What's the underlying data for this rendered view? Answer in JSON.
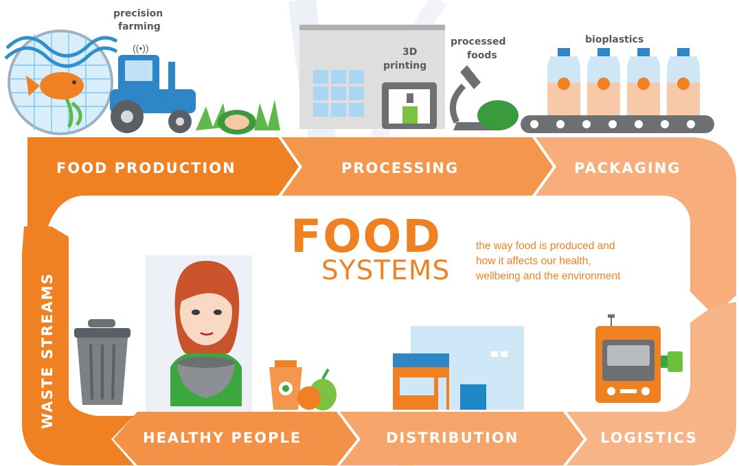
{
  "title": {
    "main": "FOOD",
    "sub": "SYSTEMS",
    "description_lines": [
      "the way food is produced and",
      "how it affects our health,",
      "wellbeing and the environment"
    ]
  },
  "cycle": {
    "food_production": "FOOD PRODUCTION",
    "processing": "PROCESSING",
    "packaging": "PACKAGING",
    "logistics": "LOGISTICS",
    "distribution": "DISTRIBUTION",
    "healthy_people": "HEALTHY PEOPLE",
    "waste_streams": "WASTE STREAMS"
  },
  "callouts": {
    "precision_farming": [
      "precision",
      "farming"
    ],
    "printing_3d": [
      "3D",
      "printing"
    ],
    "processed_foods": [
      "processed",
      "foods"
    ],
    "bioplastics": "bioplastics"
  },
  "colors": {
    "orange_dark": "#f08122",
    "orange_mid": "#f49a52",
    "orange_light": "#f7b07f",
    "light_blue": "#cfe8f7",
    "blue": "#1e88c7",
    "grey": "#6d7073",
    "green": "#3aa83e"
  },
  "icons": [
    "fish-net-icon",
    "tractor-icon",
    "vegetables-icon",
    "factory-icon",
    "3d-printer-icon",
    "microscope-icon",
    "bottles-icon",
    "conveyor-icon",
    "truck-icon",
    "shop-icon",
    "woman-icon",
    "cup-icon",
    "fruit-icon",
    "trash-bin-icon"
  ]
}
